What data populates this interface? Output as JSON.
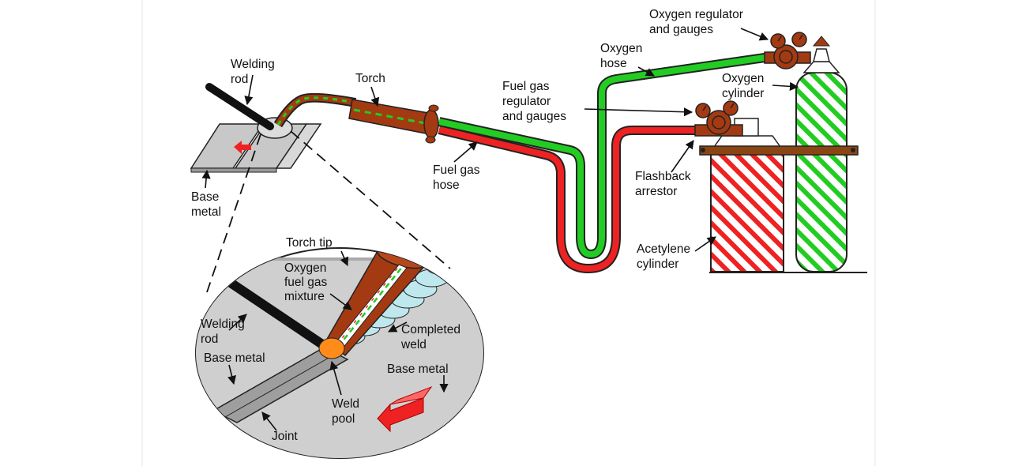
{
  "labels": {
    "welding_rod_l1": "Welding",
    "welding_rod_l2": "rod",
    "base_metal_l1": "Base",
    "base_metal_l2": "metal",
    "torch": "Torch",
    "fuel_gas_hose_l1": "Fuel gas",
    "fuel_gas_hose_l2": "hose",
    "fuel_gas_reg_l1": "Fuel gas",
    "fuel_gas_reg_l2": "regulator",
    "fuel_gas_reg_l3": "and gauges",
    "oxygen_hose_l1": "Oxygen",
    "oxygen_hose_l2": "hose",
    "oxygen_reg_l1": "Oxygen regulator",
    "oxygen_reg_l2": "and gauges",
    "oxygen_cyl_l1": "Oxygen",
    "oxygen_cyl_l2": "cylinder",
    "flashback_l1": "Flashback",
    "flashback_l2": "arrestor",
    "acetylene_l1": "Acetylene",
    "acetylene_l2": "cylinder"
  },
  "inset": {
    "torch_tip": "Torch tip",
    "mixture_l1": "Oxygen",
    "mixture_l2": "fuel gas",
    "mixture_l3": "mixture",
    "welding_rod_l1": "Welding",
    "welding_rod_l2": "rod",
    "base_metal_left": "Base metal",
    "completed_l1": "Completed",
    "completed_l2": "weld",
    "base_metal_right": "Base metal",
    "weld_pool_l1": "Weld",
    "weld_pool_l2": "pool",
    "joint": "Joint"
  },
  "colors": {
    "oxygen": "#22cc22",
    "fuel": "#ee2222",
    "torch": "#a33a12",
    "bracket": "#8b4513",
    "metal": "#c8c8c8",
    "inset_bg": "#cfcfcf",
    "weld_pool": "#ff8c1a",
    "completed_weld": "#bfe8ee"
  }
}
